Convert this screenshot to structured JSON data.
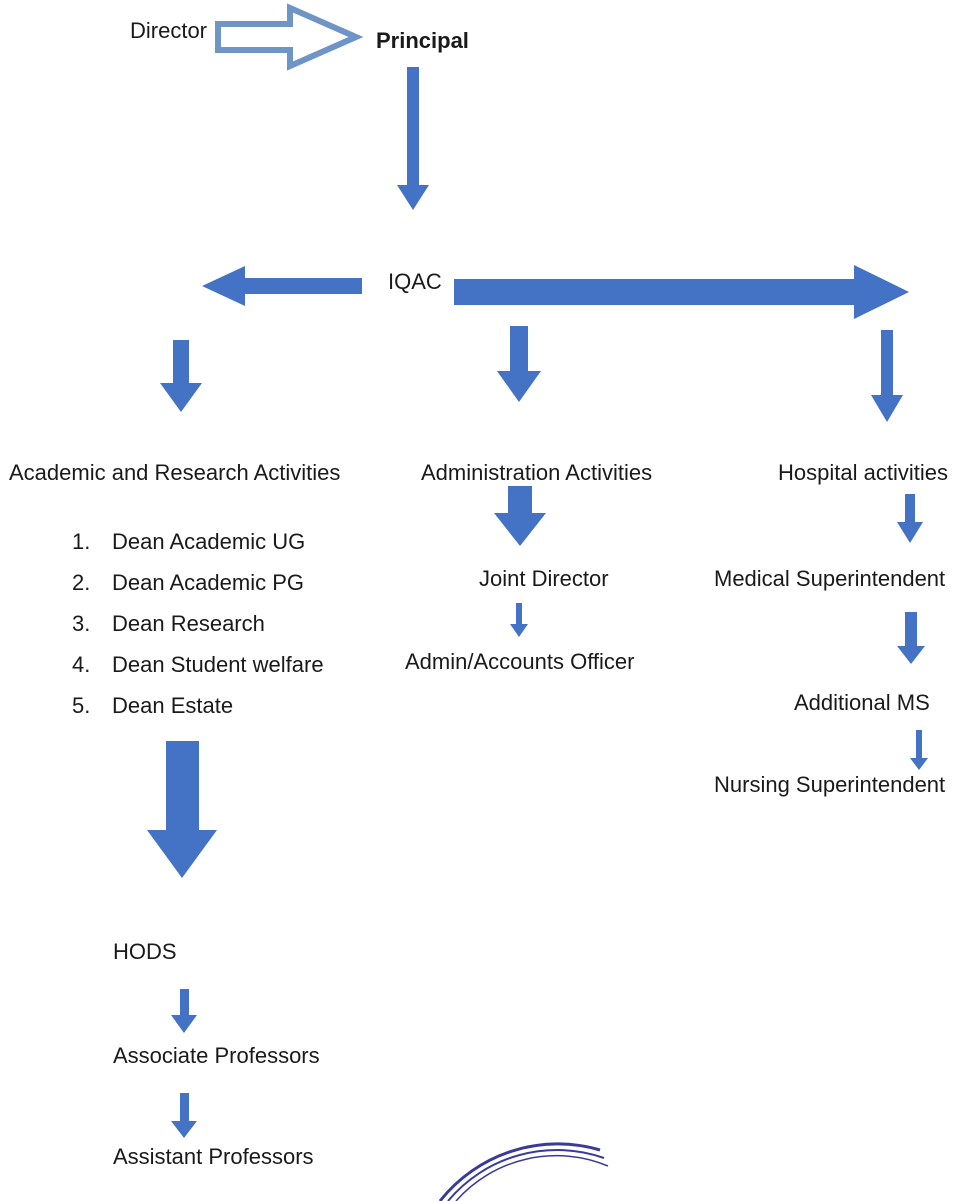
{
  "top": {
    "director": "Director",
    "principal": "Principal"
  },
  "iqac": "IQAC",
  "branches": {
    "academic": {
      "title": "Academic and Research Activities",
      "items": [
        {
          "num": "1.",
          "label": "Dean Academic UG"
        },
        {
          "num": "2.",
          "label": "Dean Academic PG"
        },
        {
          "num": "3.",
          "label": "Dean Research"
        },
        {
          "num": "4.",
          "label": "Dean Student welfare"
        },
        {
          "num": "5.",
          "label": "Dean Estate"
        }
      ],
      "chain": [
        "HODS",
        "Associate Professors",
        "Assistant Professors"
      ]
    },
    "administration": {
      "title": "Administration Activities",
      "chain": [
        "Joint Director",
        "Admin/Accounts Officer"
      ]
    },
    "hospital": {
      "title": "Hospital activities",
      "chain": [
        "Medical Superintendent",
        "Additional MS",
        "Nursing Superintendent"
      ]
    }
  },
  "colors": {
    "arrow": "#4472c4",
    "outline_arrow": "#6f95c6",
    "text": "#1a1a1a"
  }
}
